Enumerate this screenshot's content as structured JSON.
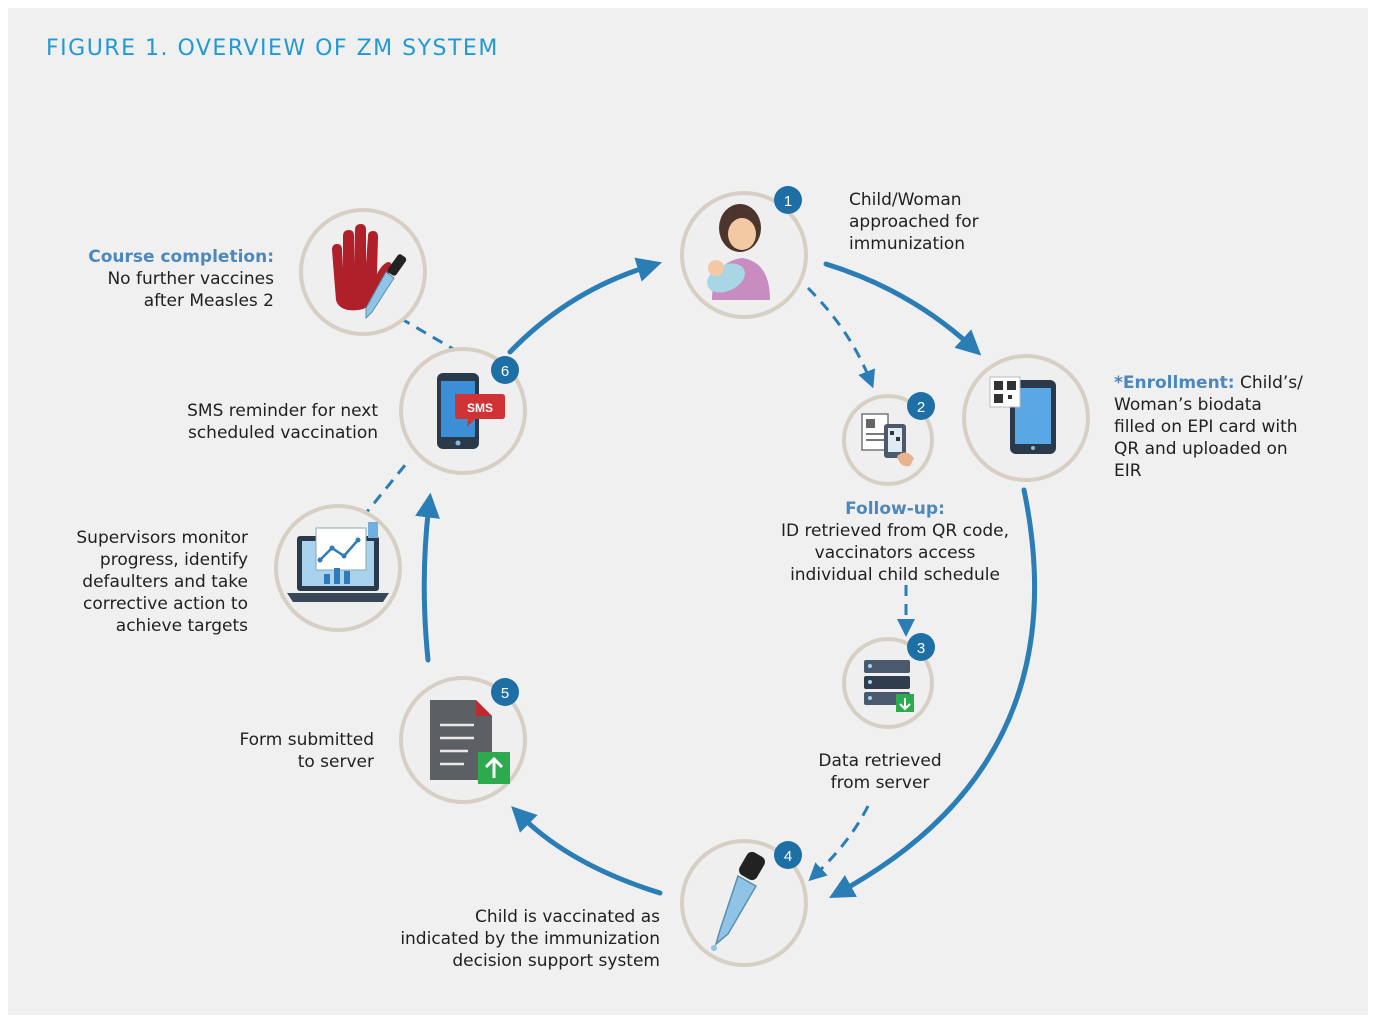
{
  "figure": {
    "title": "FIGURE 1. OVERVIEW OF ZM SYSTEM"
  },
  "colors": {
    "accent": "#1f9ad6",
    "arrow": "#2a7db5",
    "badge": "#1d6fa5",
    "highlight": "#4c88bd",
    "panel": "#f0f0f0"
  },
  "steps": {
    "s1": {
      "badge": "1",
      "icon": "mother-with-baby-icon",
      "lines": [
        "Child/Woman",
        "approached for",
        "immunization"
      ]
    },
    "enrollment": {
      "icon": "smartphone-qr-icon",
      "heading": "*Enrollment:",
      "lines": [
        " Child’s/",
        "Woman’s biodata",
        "filled on EPI card with",
        "QR and uploaded on",
        "EIR"
      ]
    },
    "s2": {
      "badge": "2",
      "icon": "qr-card-scan-icon",
      "heading": "Follow-up:",
      "lines": [
        "ID retrieved from QR code,",
        "vaccinators access",
        "individual child schedule"
      ]
    },
    "s3": {
      "badge": "3",
      "icon": "server-download-icon",
      "lines": [
        "Data retrieved",
        "from server"
      ]
    },
    "s4": {
      "badge": "4",
      "icon": "vaccine-dropper-icon",
      "lines": [
        "Child is vaccinated as",
        "indicated by the immunization",
        "decision support system"
      ]
    },
    "s5": {
      "badge": "5",
      "icon": "form-upload-icon",
      "lines": [
        "Form submitted",
        "to server"
      ]
    },
    "supervisors": {
      "icon": "laptop-chart-icon",
      "lines": [
        "Supervisors monitor",
        "progress, identify",
        "defaulters and take",
        "corrective action to",
        "achieve targets"
      ]
    },
    "s6": {
      "badge": "6",
      "icon": "phone-sms-icon",
      "sms_text": "SMS",
      "lines": [
        "SMS reminder for next",
        "scheduled vaccination"
      ]
    },
    "completion": {
      "icon": "stop-hand-dropper-icon",
      "heading": "Course completion:",
      "lines": [
        "No further vaccines",
        "after Measles 2"
      ]
    }
  }
}
